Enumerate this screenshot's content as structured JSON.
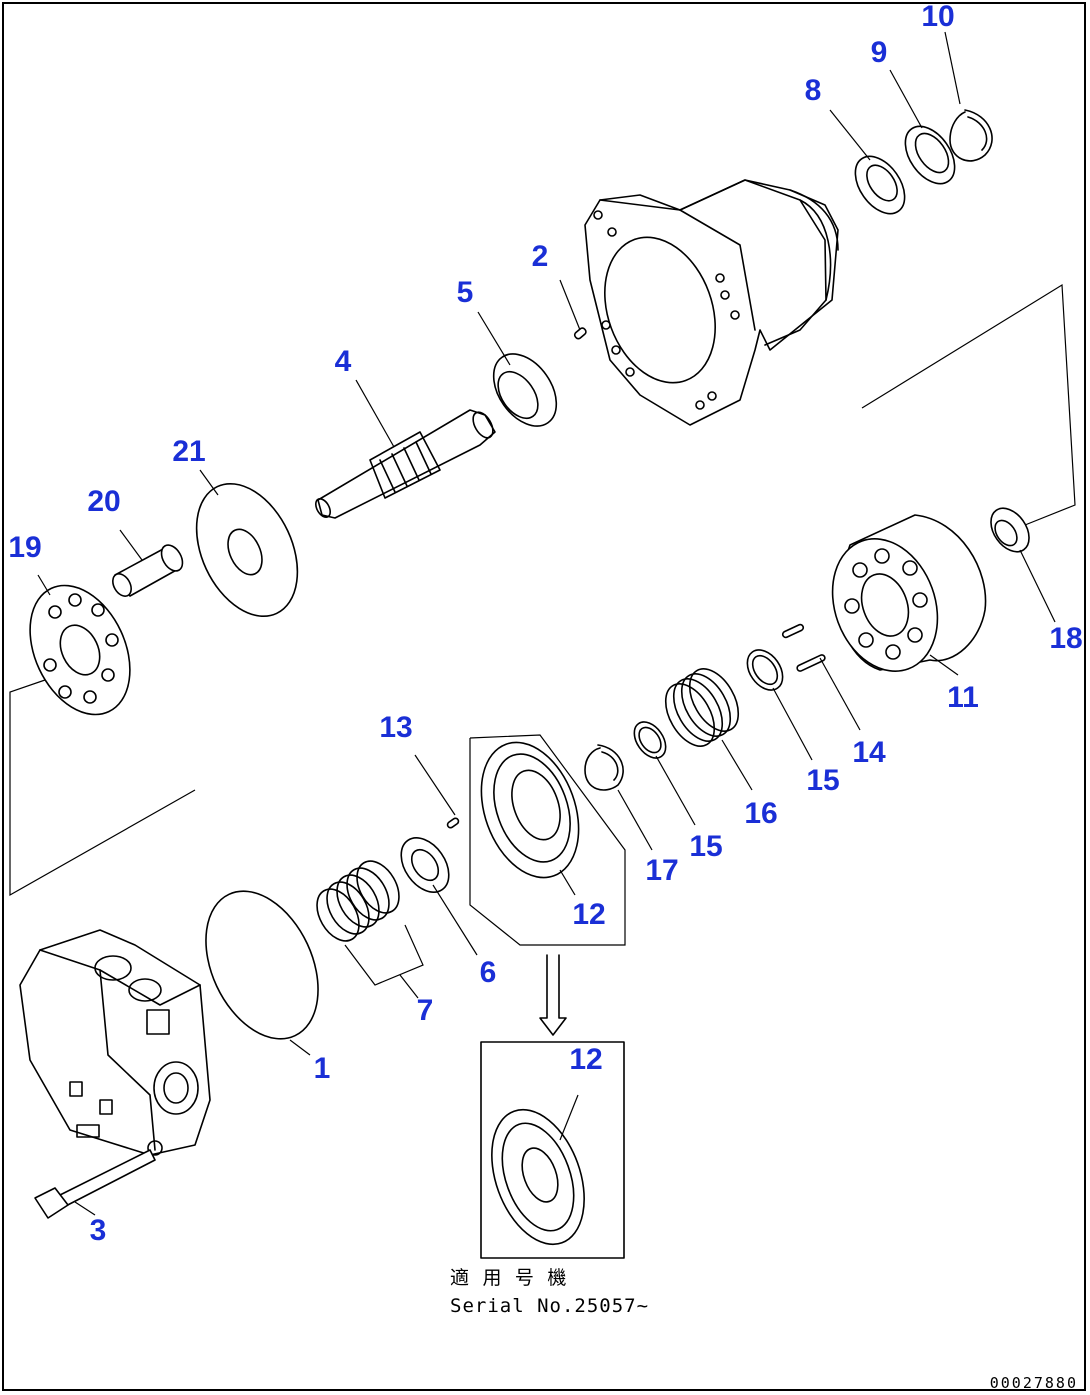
{
  "callouts": {
    "c1": "1",
    "c2": "2",
    "c3": "3",
    "c4": "4",
    "c5": "5",
    "c6": "6",
    "c7": "7",
    "c8": "8",
    "c9": "9",
    "c10": "10",
    "c11": "11",
    "c12a": "12",
    "c12b": "12",
    "c13": "13",
    "c14": "14",
    "c15a": "15",
    "c15b": "15",
    "c16": "16",
    "c17": "17",
    "c18": "18",
    "c19": "19",
    "c20": "20",
    "c21": "21"
  },
  "note": {
    "line1": "適 用 号 機",
    "line2": "Serial No.25057~"
  },
  "document_number": "00027880",
  "colors": {
    "callout": "#1a2fd6",
    "line": "#000000",
    "background": "#ffffff"
  }
}
